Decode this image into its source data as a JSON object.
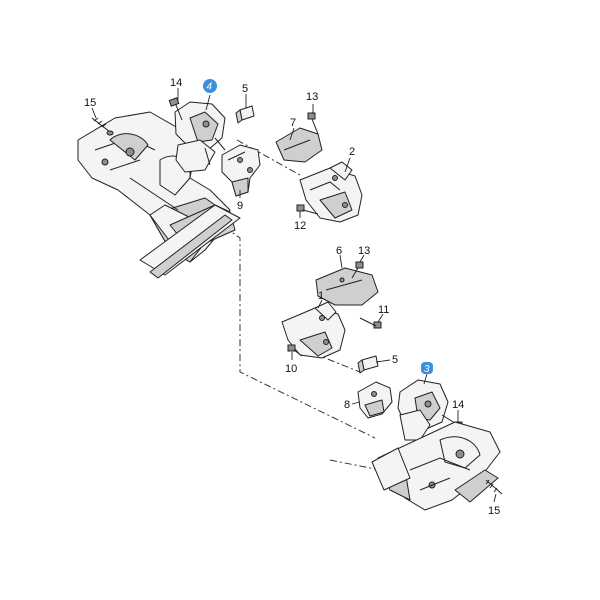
{
  "callouts": {
    "c14a": "14",
    "c4": "4",
    "c5a": "5",
    "c15a": "15",
    "c13a": "13",
    "c7": "7",
    "c2": "2",
    "c9": "9",
    "c12": "12",
    "c6": "6",
    "c13b": "13",
    "c1": "1",
    "c11": "11",
    "c10": "10",
    "c5b": "5",
    "c3": "3",
    "c8": "8",
    "c14b": "14",
    "c15b": "15"
  },
  "colors": {
    "badge": "#3d8fd8",
    "line": "#222222",
    "fill": "#f4f4f4"
  }
}
